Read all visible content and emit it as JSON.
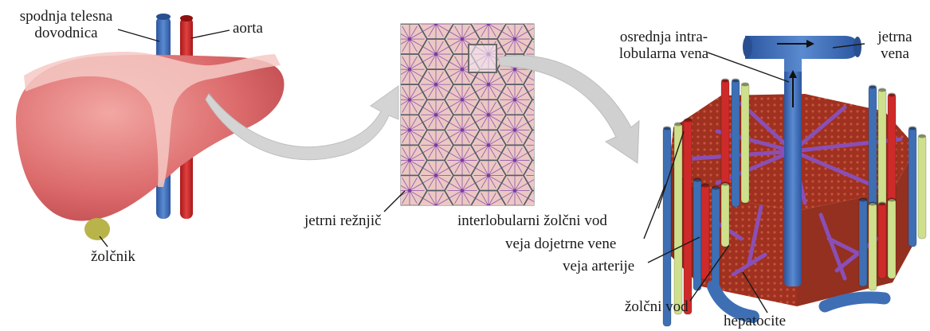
{
  "labels": {
    "spodnja_telesna_1": "spodnja telesna",
    "spodnja_telesna_2": "dovodnica",
    "aorta": "aorta",
    "zolcnik": "žolčnik",
    "jetrni_reznjic": "jetrni režnjič",
    "interlobularni": "interlobularni žolčni vod",
    "osrednja_1": "osrednja intra-",
    "osrednja_2": "lobularna vena",
    "jetrna_vena_1": "jetrna",
    "jetrna_vena_2": "vena",
    "veja_dojetrne": "veja dojetrne vene",
    "veja_arterije": "veja arterije",
    "zolcni_vod": "žolčni vod",
    "hepatocite": "hepatocite"
  },
  "colors": {
    "liver": "#d9686a",
    "liver_light": "#f0a9a4",
    "vein_blue": "#3e6fb5",
    "artery_red": "#cf2a2a",
    "bile_green": "#d7df8e",
    "gallbladder": "#b8b84a",
    "lobule_bg": "#e9c3c0",
    "lobule_line": "#4f5a64",
    "lobule_spoke": "#8b4fa8",
    "tissue": "#a8342a",
    "arrow_grey": "#d3d3d3"
  }
}
